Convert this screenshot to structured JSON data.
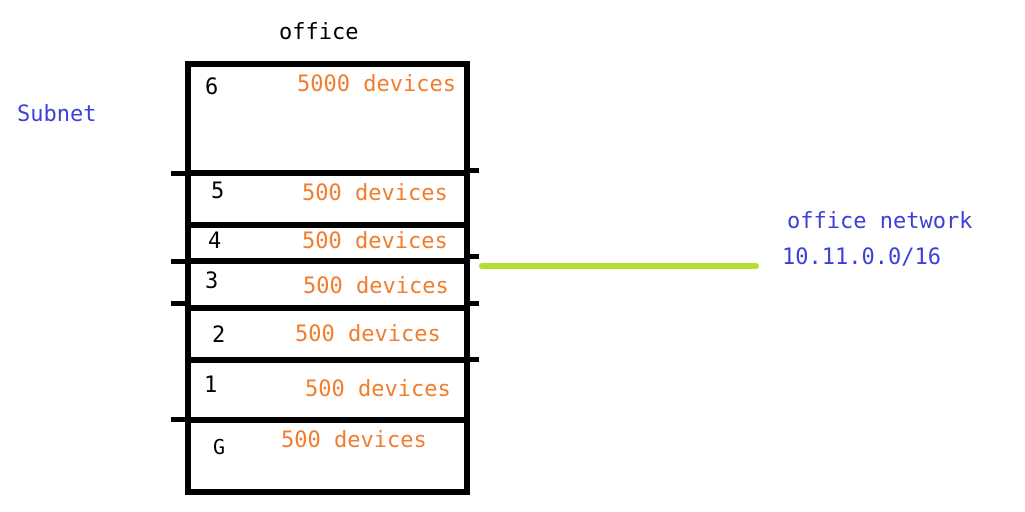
{
  "diagram": {
    "building_title": "office",
    "axis_label": "Subnet",
    "network": {
      "label": "office network",
      "cidr": "10.11.0.0/16"
    },
    "floors": [
      {
        "label": "6",
        "devices": "5000 devices"
      },
      {
        "label": "5",
        "devices": "500 devices"
      },
      {
        "label": "4",
        "devices": "500 devices"
      },
      {
        "label": "3",
        "devices": "500 devices"
      },
      {
        "label": "2",
        "devices": "500 devices"
      },
      {
        "label": "1",
        "devices": "500 devices"
      },
      {
        "label": "G",
        "devices": "500 devices"
      }
    ],
    "colors": {
      "device_text": "#F07E2E",
      "label_text": "#4040D8",
      "network_line": "#B4DF30",
      "outline": "#000000"
    }
  }
}
